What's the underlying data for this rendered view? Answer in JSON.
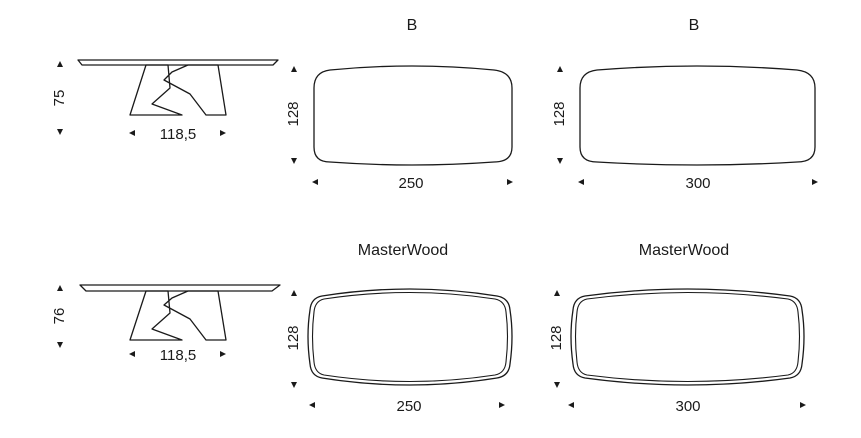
{
  "top_row": {
    "side_view": {
      "height": "75",
      "width": "118,5"
    },
    "table_a": {
      "title": "B",
      "depth": "128",
      "length": "250"
    },
    "table_b": {
      "title": "B",
      "depth": "128",
      "length": "300"
    }
  },
  "bottom_row": {
    "side_view": {
      "height": "76",
      "width": "118,5"
    },
    "table_a": {
      "title": "MasterWood",
      "depth": "128",
      "length": "250"
    },
    "table_b": {
      "title": "MasterWood",
      "depth": "128",
      "length": "300"
    }
  }
}
